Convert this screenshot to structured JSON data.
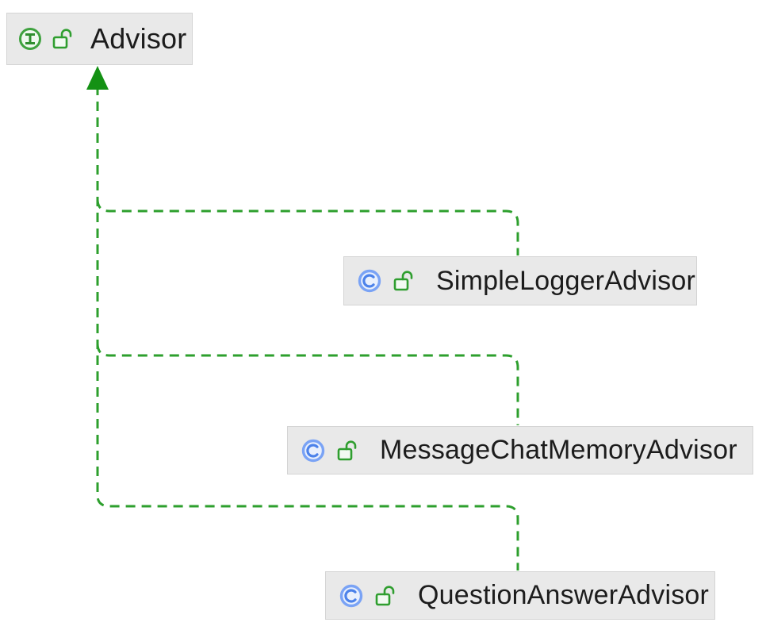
{
  "diagram": {
    "type": "uml-class-hierarchy",
    "relationship": "implements (dashed realization arrows pointing to interface)"
  },
  "nodes": [
    {
      "id": "advisor",
      "label": "Advisor",
      "kind": "interface",
      "icon": "interface-circle-i-icon",
      "modifier_icon": "unlocked-public-icon"
    },
    {
      "id": "simple-logger-advisor",
      "label": "SimpleLoggerAdvisor",
      "kind": "class",
      "icon": "class-circle-c-icon",
      "modifier_icon": "unlocked-public-icon"
    },
    {
      "id": "message-chat-memory-advisor",
      "label": "MessageChatMemoryAdvisor",
      "kind": "class",
      "icon": "class-circle-c-icon",
      "modifier_icon": "unlocked-public-icon"
    },
    {
      "id": "question-answer-advisor",
      "label": "QuestionAnswerAdvisor",
      "kind": "class",
      "icon": "class-circle-c-icon",
      "modifier_icon": "unlocked-public-icon"
    }
  ],
  "edges": [
    {
      "from": "simple-logger-advisor",
      "to": "advisor"
    },
    {
      "from": "message-chat-memory-advisor",
      "to": "advisor"
    },
    {
      "from": "question-answer-advisor",
      "to": "advisor"
    }
  ],
  "colors": {
    "edge_line": "#2d9f2d",
    "arrowhead": "#149114",
    "interface_green": "#3fa23f",
    "interface_fill": "#eff8ef",
    "class_ring_blue": "#7aa3f5",
    "class_fill": "#e9f0fd",
    "class_c_blue": "#4c82ea",
    "lock_green": "#2f9e2f",
    "node_background": "#e9e9e9",
    "node_border": "#d4d4d4",
    "label_text": "#1c1c1c"
  }
}
